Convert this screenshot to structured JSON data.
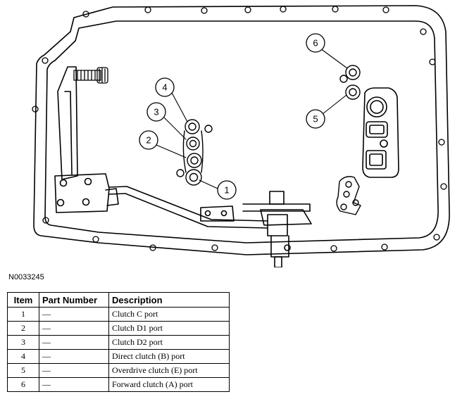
{
  "figure": {
    "code": "N0033245",
    "callouts": [
      "1",
      "2",
      "3",
      "4",
      "5",
      "6"
    ]
  },
  "table": {
    "headers": [
      "Item",
      "Part Number",
      "Description"
    ],
    "rows": [
      {
        "item": "1",
        "part": "—",
        "desc": "Clutch C port"
      },
      {
        "item": "2",
        "part": "—",
        "desc": "Clutch D1 port"
      },
      {
        "item": "3",
        "part": "—",
        "desc": "Clutch D2 port"
      },
      {
        "item": "4",
        "part": "—",
        "desc": "Direct clutch (B) port"
      },
      {
        "item": "5",
        "part": "—",
        "desc": "Overdrive clutch (E) port"
      },
      {
        "item": "6",
        "part": "—",
        "desc": "Forward clutch (A) port"
      }
    ]
  }
}
